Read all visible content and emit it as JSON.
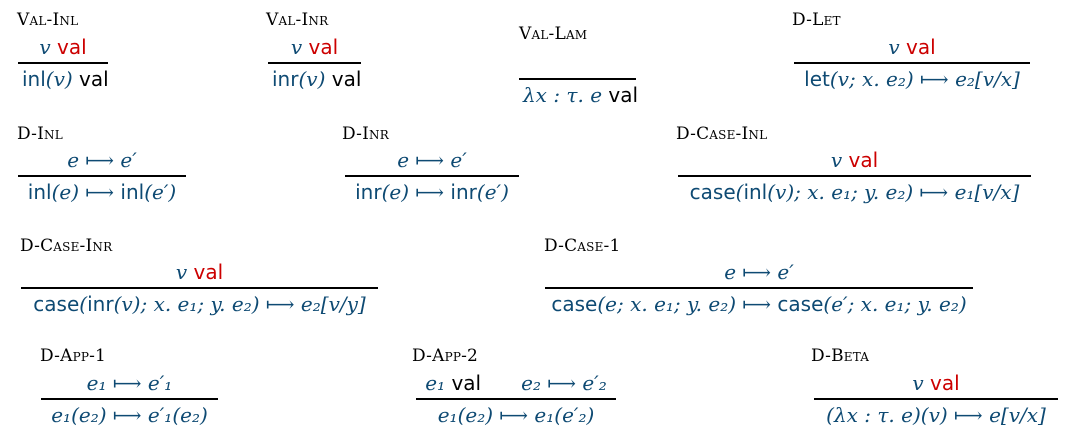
{
  "rules": [
    {
      "name": "Val-Inl",
      "premises": [
        [
          {
            "t": "v",
            "c": "v"
          },
          {
            "t": " val",
            "c": "val"
          }
        ]
      ],
      "conclusion": [
        {
          "t": "inl",
          "c": "kw"
        },
        {
          "t": "(v)",
          "c": "v"
        },
        {
          "t": " val",
          "c": "valk"
        }
      ]
    },
    {
      "name": "Val-Inr",
      "premises": [
        [
          {
            "t": "v",
            "c": "v"
          },
          {
            "t": " val",
            "c": "val"
          }
        ]
      ],
      "conclusion": [
        {
          "t": "inr",
          "c": "kw"
        },
        {
          "t": "(v)",
          "c": "v"
        },
        {
          "t": " val",
          "c": "valk"
        }
      ]
    },
    {
      "name": "Val-Lam",
      "premises": [],
      "conclusion": [
        {
          "t": "λx : τ. e",
          "c": "v"
        },
        {
          "t": " val",
          "c": "valk"
        }
      ]
    },
    {
      "name": "D-Let",
      "premises": [
        [
          {
            "t": "v",
            "c": "v"
          },
          {
            "t": " val",
            "c": "val"
          }
        ]
      ],
      "conclusion": [
        {
          "t": "let",
          "c": "kw"
        },
        {
          "t": "(v; x. e₂) ⟼ e₂[v/x]",
          "c": "v"
        }
      ]
    },
    {
      "name": "D-Inl",
      "premises": [
        [
          {
            "t": "e ⟼ e′",
            "c": "v"
          }
        ]
      ],
      "conclusion": [
        {
          "t": "inl",
          "c": "kw"
        },
        {
          "t": "(e) ⟼ ",
          "c": "v"
        },
        {
          "t": "inl",
          "c": "kw"
        },
        {
          "t": "(e′)",
          "c": "v"
        }
      ]
    },
    {
      "name": "D-Inr",
      "premises": [
        [
          {
            "t": "e ⟼ e′",
            "c": "v"
          }
        ]
      ],
      "conclusion": [
        {
          "t": "inr",
          "c": "kw"
        },
        {
          "t": "(e) ⟼ ",
          "c": "v"
        },
        {
          "t": "inr",
          "c": "kw"
        },
        {
          "t": "(e′)",
          "c": "v"
        }
      ]
    },
    {
      "name": "D-Case-Inl",
      "premises": [
        [
          {
            "t": "v",
            "c": "v"
          },
          {
            "t": " val",
            "c": "val"
          }
        ]
      ],
      "conclusion": [
        {
          "t": "case",
          "c": "kw"
        },
        {
          "t": "(",
          "c": "v"
        },
        {
          "t": "inl",
          "c": "kw"
        },
        {
          "t": "(v); x. e₁; y. e₂) ⟼ e₁[v/x]",
          "c": "v"
        }
      ]
    },
    {
      "name": "D-Case-Inr",
      "premises": [
        [
          {
            "t": "v",
            "c": "v"
          },
          {
            "t": " val",
            "c": "val"
          }
        ]
      ],
      "conclusion": [
        {
          "t": "case",
          "c": "kw"
        },
        {
          "t": "(",
          "c": "v"
        },
        {
          "t": "inr",
          "c": "kw"
        },
        {
          "t": "(v); x. e₁; y. e₂) ⟼ e₂[v/y]",
          "c": "v"
        }
      ]
    },
    {
      "name": "D-Case-1",
      "premises": [
        [
          {
            "t": "e ⟼ e′",
            "c": "v"
          }
        ]
      ],
      "conclusion": [
        {
          "t": "case",
          "c": "kw"
        },
        {
          "t": "(e; x. e₁; y. e₂) ⟼ ",
          "c": "v"
        },
        {
          "t": "case",
          "c": "kw"
        },
        {
          "t": "(e′; x. e₁; y. e₂)",
          "c": "v"
        }
      ]
    },
    {
      "name": "D-App-1",
      "premises": [
        [
          {
            "t": "e₁ ⟼ e′₁",
            "c": "v"
          }
        ]
      ],
      "conclusion": [
        {
          "t": "e₁(e₂) ⟼ e′₁(e₂)",
          "c": "v"
        }
      ]
    },
    {
      "name": "D-App-2",
      "premises": [
        [
          {
            "t": "e₁",
            "c": "v"
          },
          {
            "t": " val",
            "c": "valk"
          }
        ],
        [
          {
            "t": "e₂ ⟼ e′₂",
            "c": "v"
          }
        ]
      ],
      "conclusion": [
        {
          "t": "e₁(e₂) ⟼ e₁(e′₂)",
          "c": "v"
        }
      ]
    },
    {
      "name": "D-Beta",
      "premises": [
        [
          {
            "t": "v",
            "c": "v"
          },
          {
            "t": " val",
            "c": "val"
          }
        ]
      ],
      "conclusion": [
        {
          "t": "(λx : τ. e)(v) ⟼ e[v/x]",
          "c": "v"
        }
      ]
    }
  ]
}
